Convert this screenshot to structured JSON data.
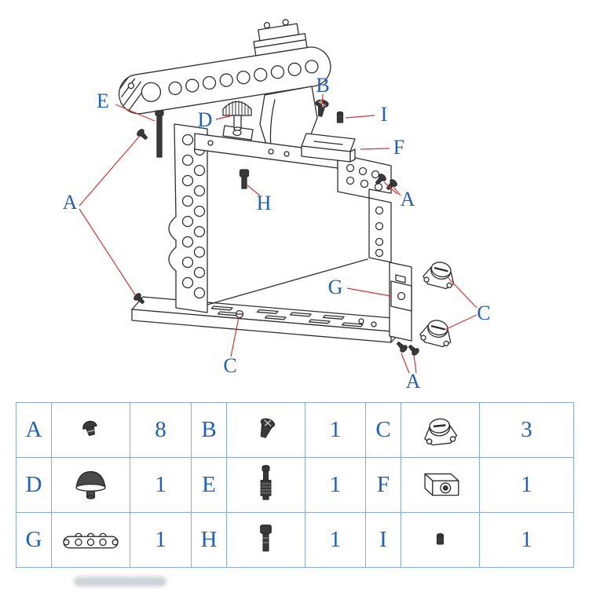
{
  "diagram": {
    "labels": [
      {
        "id": "E",
        "text": "E"
      },
      {
        "id": "D",
        "text": "D"
      },
      {
        "id": "B",
        "text": "B"
      },
      {
        "id": "I",
        "text": "I"
      },
      {
        "id": "F",
        "text": "F"
      },
      {
        "id": "A-left",
        "text": "A"
      },
      {
        "id": "A-right",
        "text": "A"
      },
      {
        "id": "H",
        "text": "H"
      },
      {
        "id": "G",
        "text": "G"
      },
      {
        "id": "C-right",
        "text": "C"
      },
      {
        "id": "C-bottom",
        "text": "C"
      },
      {
        "id": "A-bottom",
        "text": "A"
      }
    ],
    "colors": {
      "label": "#1d5fc2",
      "leader_line": "#e03131",
      "drawing_line": "#2f2f2f"
    }
  },
  "parts_table": {
    "columns": [
      "part_letter",
      "part_icon",
      "quantity"
    ],
    "items": [
      {
        "letter": "A",
        "icon": "pan-head-screw-icon",
        "qty": "8"
      },
      {
        "letter": "B",
        "icon": "countersunk-screw-icon",
        "qty": "1"
      },
      {
        "letter": "C",
        "icon": "clamp-knob-icon",
        "qty": "3"
      },
      {
        "letter": "D",
        "icon": "thumbscrew-icon",
        "qty": "1"
      },
      {
        "letter": "E",
        "icon": "knurled-pin-icon",
        "qty": "1"
      },
      {
        "letter": "F",
        "icon": "shoe-mount-block-icon",
        "qty": "1"
      },
      {
        "letter": "G",
        "icon": "rail-bracket-icon",
        "qty": "1"
      },
      {
        "letter": "H",
        "icon": "socket-cap-screw-icon",
        "qty": "1"
      },
      {
        "letter": "I",
        "icon": "set-screw-icon",
        "qty": "1"
      }
    ],
    "colors": {
      "border": "#86abdd",
      "text": "#1d5fc2"
    }
  }
}
